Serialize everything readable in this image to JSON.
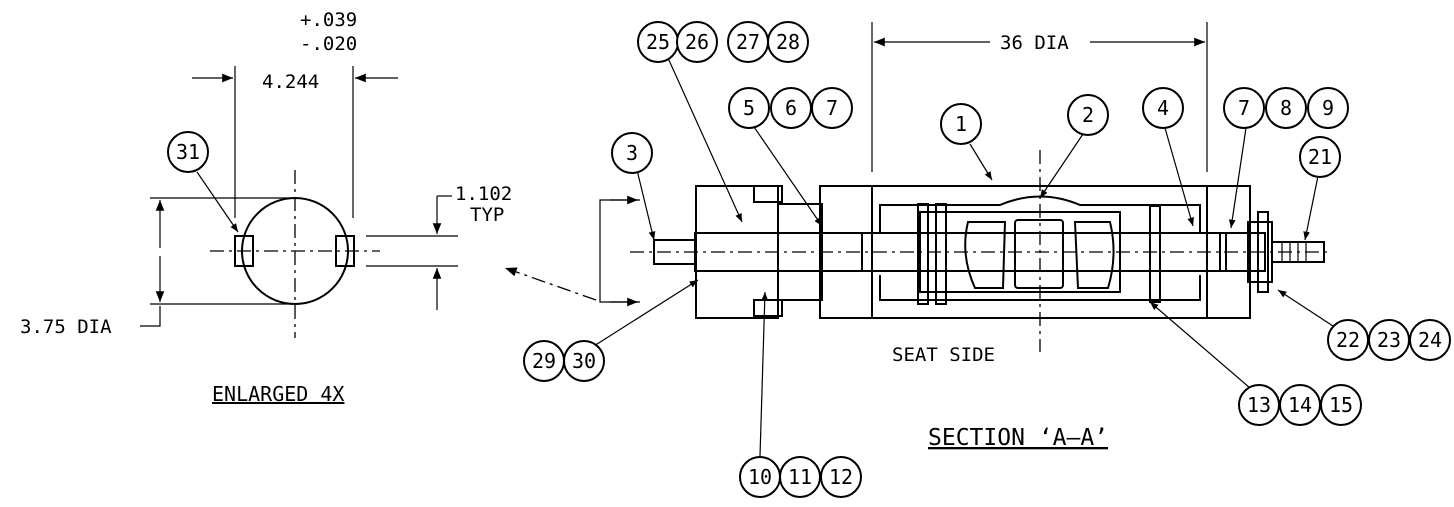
{
  "detail_left": {
    "tolerance_plus": "+.039",
    "tolerance_minus": "-.020",
    "width_dim": "4.244",
    "diameter": "3.75 DIA",
    "key_dim": "1.102",
    "key_dim_note": "TYP",
    "caption": "ENLARGED 4X",
    "callout": "31"
  },
  "section": {
    "dia_label": "36 DIA",
    "seat_label": "SEAT SIDE",
    "caption": "SECTION ‘A–A’"
  },
  "callouts": [
    {
      "id": "c25",
      "num": "25"
    },
    {
      "id": "c26",
      "num": "26"
    },
    {
      "id": "c27",
      "num": "27"
    },
    {
      "id": "c28",
      "num": "28"
    },
    {
      "id": "c5",
      "num": "5"
    },
    {
      "id": "c6",
      "num": "6"
    },
    {
      "id": "c7a",
      "num": "7"
    },
    {
      "id": "c1",
      "num": "1"
    },
    {
      "id": "c2",
      "num": "2"
    },
    {
      "id": "c3",
      "num": "3"
    },
    {
      "id": "c4",
      "num": "4"
    },
    {
      "id": "c7b",
      "num": "7"
    },
    {
      "id": "c8",
      "num": "8"
    },
    {
      "id": "c9",
      "num": "9"
    },
    {
      "id": "c21",
      "num": "21"
    },
    {
      "id": "c22",
      "num": "22"
    },
    {
      "id": "c23",
      "num": "23"
    },
    {
      "id": "c24",
      "num": "24"
    },
    {
      "id": "c29",
      "num": "29"
    },
    {
      "id": "c30",
      "num": "30"
    },
    {
      "id": "c10",
      "num": "10"
    },
    {
      "id": "c11",
      "num": "11"
    },
    {
      "id": "c12",
      "num": "12"
    },
    {
      "id": "c13",
      "num": "13"
    },
    {
      "id": "c14",
      "num": "14"
    },
    {
      "id": "c15",
      "num": "15"
    }
  ]
}
